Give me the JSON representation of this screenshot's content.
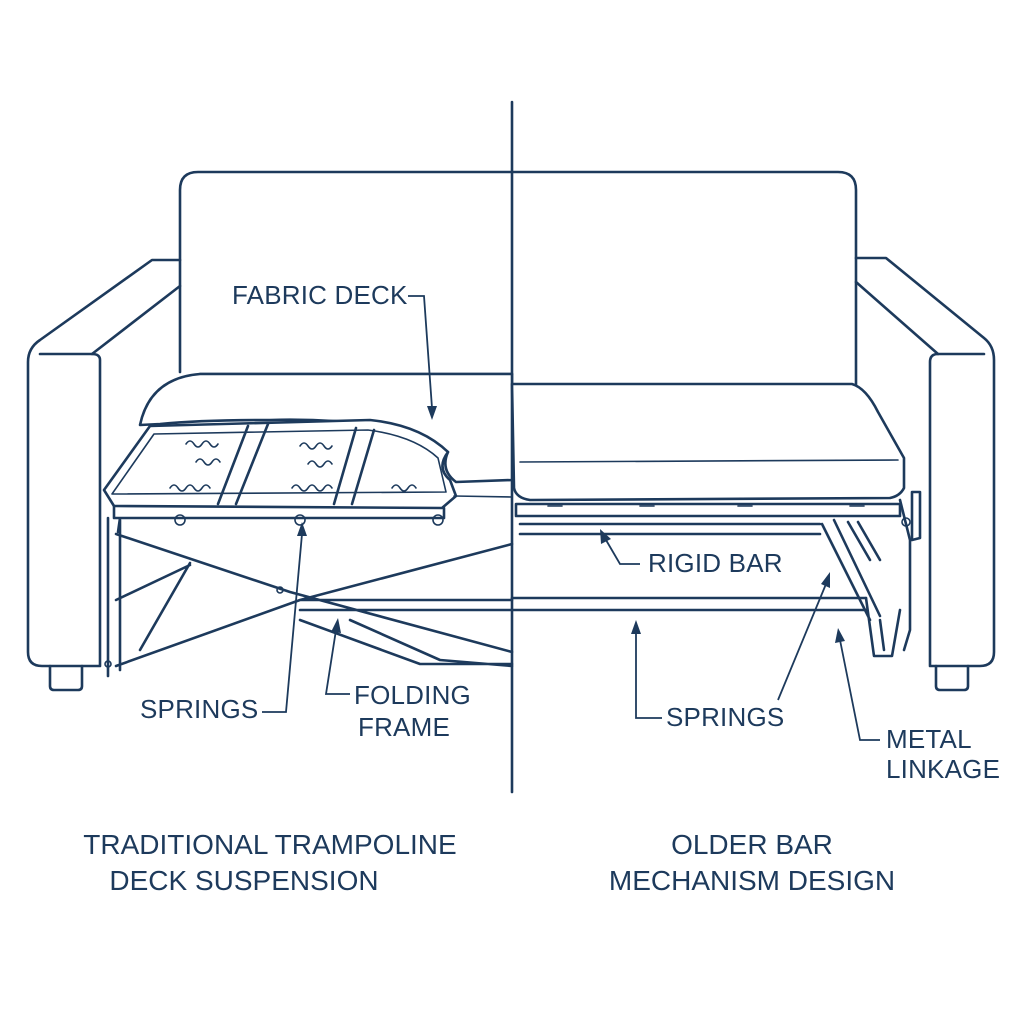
{
  "diagram": {
    "left": {
      "labels": {
        "fabric_deck": "FABRIC DECK",
        "springs": "SPRINGS",
        "folding_frame_line1": "FOLDING",
        "folding_frame_line2": "FRAME"
      },
      "caption_line1": "TRADITIONAL TRAMPOLINE",
      "caption_line2": "DECK SUSPENSION"
    },
    "right": {
      "labels": {
        "rigid_bar": "RIGID BAR",
        "springs": "SPRINGS",
        "metal_linkage_line1": "METAL",
        "metal_linkage_line2": "LINKAGE"
      },
      "caption_line1": "OLDER BAR",
      "caption_line2": "MECHANISM DESIGN"
    },
    "colors": {
      "line": "#1d3a5c",
      "background": "#ffffff"
    }
  }
}
